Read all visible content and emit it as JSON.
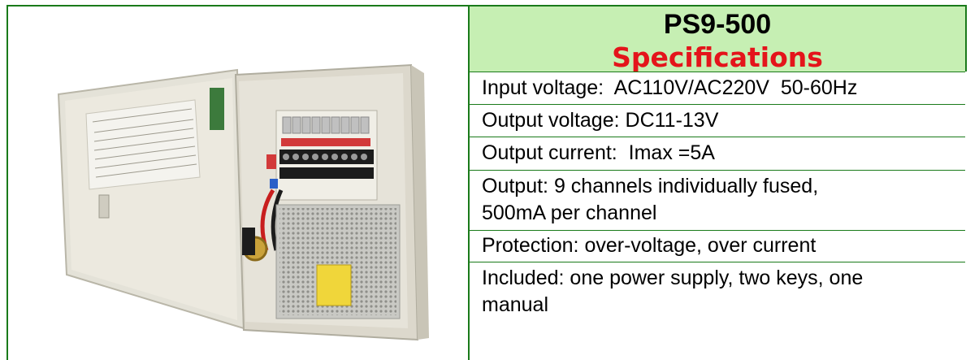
{
  "product": {
    "model": "PS9-500",
    "heading": "Specifications",
    "image_description": "wall-mount power supply box with open door"
  },
  "specs": [
    {
      "label": "Input voltage:",
      "value": "  AC110V/AC220V  50-60Hz"
    },
    {
      "label": "Output voltage:",
      "value": " DC11-13V"
    },
    {
      "label": "Output current:",
      "value": "  Imax =5A"
    },
    {
      "label": "Output:",
      "value": " 9 channels individually fused,",
      "value_line2": "500mA per channel"
    },
    {
      "label": "Protection:",
      "value": " over-voltage, over current"
    },
    {
      "label": "Included:",
      "value": " one power supply, two keys, one",
      "value_line2": "manual"
    }
  ],
  "colors": {
    "header_band": "#c6efb3",
    "specifications_text": "#e4141b",
    "table_lines": "#1a7a1a"
  }
}
